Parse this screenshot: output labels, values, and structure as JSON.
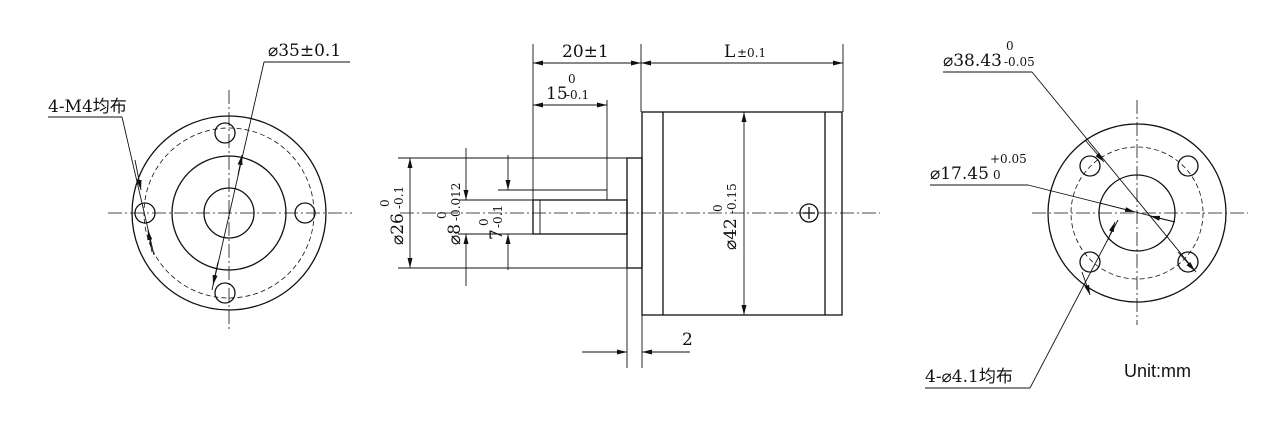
{
  "front_view": {
    "pcd_label": "⌀35±0.1",
    "thread_label": "4-M4均布"
  },
  "side_view": {
    "shaft_length_label": "20±1",
    "flat_length_main": "15",
    "flat_length_upper": "0",
    "flat_length_lower": "-0.1",
    "body_length_label": "L",
    "body_length_tol": "±0.1",
    "boss_dia_main": "⌀26",
    "boss_dia_upper": "0",
    "boss_dia_lower": "-0.1",
    "shaft_dia_main": "⌀8",
    "shaft_dia_upper": "0",
    "shaft_dia_lower": "-0.012",
    "flat_dim_main": "7",
    "flat_dim_upper": "0",
    "flat_dim_lower": "-0.1",
    "body_dia_main": "⌀42",
    "body_dia_upper": "0",
    "body_dia_lower": "-0.15",
    "boss_thickness_label": "2"
  },
  "rear_view": {
    "outer_dia_main": "⌀38.43",
    "outer_dia_upper": "0",
    "outer_dia_lower": "-0.05",
    "inner_dia_main": "⌀17.45",
    "inner_dia_upper": "+0.05",
    "inner_dia_lower": "0",
    "holes_label": "4-⌀4.1均布"
  },
  "unit_label": "Unit:mm"
}
